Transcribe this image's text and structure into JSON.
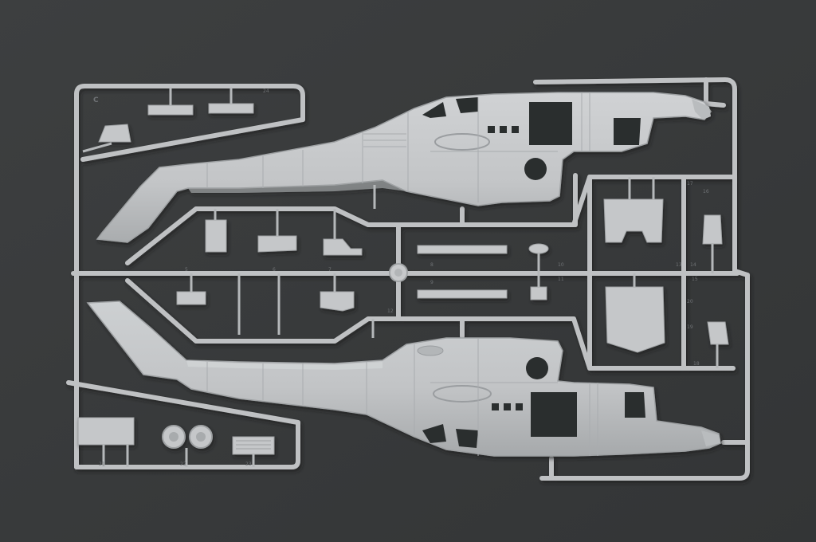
{
  "photo": {
    "sprue_letter": "C",
    "part_numbers": [
      "5",
      "6",
      "7",
      "8",
      "9",
      "10",
      "11",
      "12",
      "13",
      "14",
      "15",
      "16",
      "17",
      "18",
      "19",
      "20",
      "21",
      "22",
      "23",
      "24"
    ]
  },
  "colors": {
    "background": "#3a3c3d",
    "plastic": "#c4c6c8",
    "plastic_shadow": "#9da0a3",
    "panel_line": "#a9acaf",
    "window_opening": "#2b2d2e"
  }
}
